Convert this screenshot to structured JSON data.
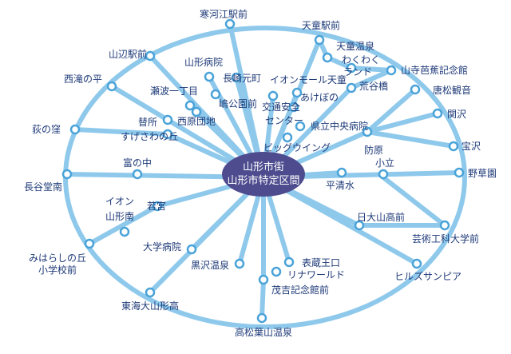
{
  "hub": {
    "line1": "山形市街",
    "line2": "山形市特定区間"
  },
  "colors": {
    "route": "#8ec9ec",
    "stop_fill": "#ffffff",
    "stop_stroke": "#4aa3d8",
    "label": "#1e3a78",
    "hub": "#4e4c8f"
  },
  "stations": {
    "s01": "寒河江駅前",
    "s02": "天童駅前",
    "s03": "天童温泉",
    "s04": "わくわく",
    "s05": "ランド",
    "s06": "山寺芭蕉記念館",
    "s07": "山辺駅前",
    "s08": "山形病院",
    "s09": "長崎元町",
    "s10": "イオンモール天童",
    "s11": "荒谷橋",
    "s12": "唐松観音",
    "s13": "西滝の平",
    "s14": "瀬波一丁目",
    "s15": "嶋公園前",
    "s16": "交通安全",
    "s17": "センター",
    "s18": "あけぼの",
    "s19": "関沢",
    "s20": "荻の窪",
    "s21": "替所",
    "s22": "西原団地",
    "s23": "県立中央病院",
    "s24": "宝沢",
    "s25": "すげさわの丘",
    "s26": "ビッグウイング",
    "s27": "防原",
    "s28": "富の中",
    "s29": "小立",
    "s30": "野草園",
    "s31": "長谷堂南",
    "s32": "平清水",
    "s33": "イオン",
    "s34": "山形南",
    "s35": "若宮",
    "s36": "日大山高前",
    "s37": "芸術工科大学前",
    "s38": "みはらしの丘",
    "s39": "小学校前",
    "s40": "大学病院",
    "s41": "表蔵王口",
    "s42": "黒沢温泉",
    "s43": "リナワールド",
    "s44": "ヒルズサンピア",
    "s45": "茂吉記念館前",
    "s46": "東海大山形高",
    "s47": "高松葉山温泉"
  }
}
